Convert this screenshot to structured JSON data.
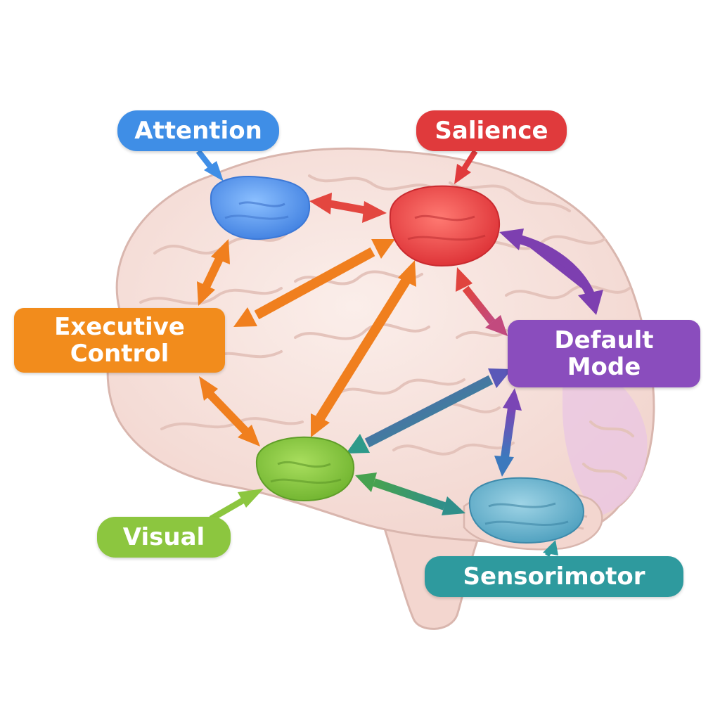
{
  "networks": [
    {
      "id": "attention",
      "label": "Attention",
      "color": "#3f8ee6"
    },
    {
      "id": "salience",
      "label": "Salience",
      "color": "#e03a3c"
    },
    {
      "id": "executive",
      "label": "Executive\nControl",
      "color": "#f28c1c"
    },
    {
      "id": "default",
      "label": "Default\nMode",
      "color": "#8a4dbd"
    },
    {
      "id": "visual",
      "label": "Visual",
      "color": "#8cc63f"
    },
    {
      "id": "sensorimotor",
      "label": "Sensorimotor",
      "color": "#2e9a9e"
    }
  ],
  "connections": [
    {
      "from": "attention",
      "to": "salience"
    },
    {
      "from": "attention",
      "to": "executive"
    },
    {
      "from": "salience",
      "to": "executive"
    },
    {
      "from": "salience",
      "to": "visual"
    },
    {
      "from": "salience",
      "to": "default"
    },
    {
      "from": "executive",
      "to": "visual"
    },
    {
      "from": "default",
      "to": "visual"
    },
    {
      "from": "default",
      "to": "sensorimotor"
    },
    {
      "from": "visual",
      "to": "sensorimotor"
    }
  ],
  "colors": {
    "brain_fill": "#f6ded8",
    "brain_stroke": "#d9b6ae",
    "brain_fold": "#e4c3bb",
    "occipital_tint": "#e9c6e3",
    "arrow_orange": "#f07f1e",
    "arrow_red": "#e3463f",
    "arrow_purple": "#7d3fb0",
    "arrow_teal_blue": "#3a78a8",
    "arrow_green": "#3f9a55"
  }
}
